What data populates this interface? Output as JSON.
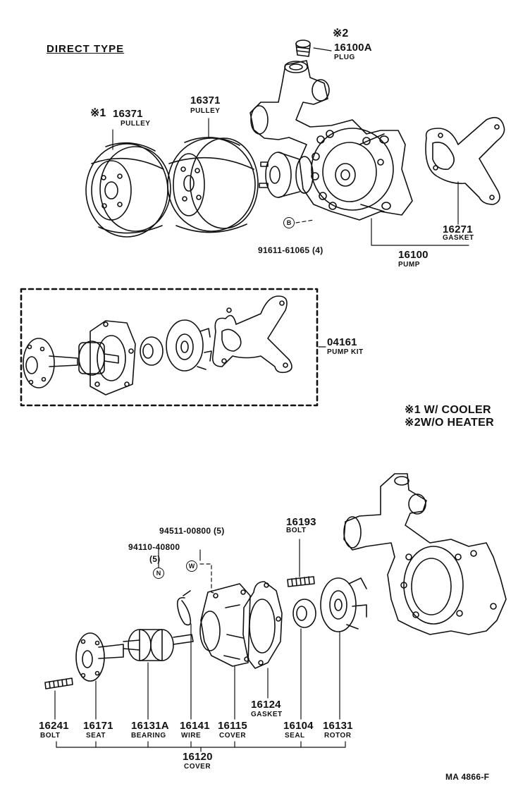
{
  "title": "DIRECT TYPE",
  "footer": "MA 4866-F",
  "notes": [
    {
      "mark": "※1",
      "text": "W/ COOLER"
    },
    {
      "mark": "※2",
      "text": "W/O HEATER"
    }
  ],
  "parts": {
    "pulley_a": {
      "mark": "※1",
      "number": "16371",
      "name": "PULLEY"
    },
    "pulley_b": {
      "number": "16371",
      "name": "PULLEY"
    },
    "plug": {
      "mark": "※2",
      "number": "16100A",
      "name": "PLUG"
    },
    "gasket_top": {
      "number": "16271",
      "name": "GASKET"
    },
    "pump": {
      "number": "16100",
      "name": "PUMP"
    },
    "bolt_ref": {
      "badge": "B",
      "number": "91611-61065 (4)"
    },
    "pump_kit": {
      "number": "04161",
      "name": "PUMP KIT"
    },
    "nut_ref": {
      "badge": "N",
      "number": "94110-40800",
      "qty": "(5)"
    },
    "washer_ref": {
      "badge": "W",
      "number": "94511-00800 (5)"
    },
    "bolt_16193": {
      "number": "16193",
      "name": "BOLT"
    },
    "gasket_16124": {
      "number": "16124",
      "name": "GASKET"
    },
    "cover_16120": {
      "number": "16120",
      "name": "COVER"
    }
  },
  "bottom_row": [
    {
      "number": "16241",
      "name": "BOLT"
    },
    {
      "number": "16171",
      "name": "SEAT"
    },
    {
      "number": "16131A",
      "name": "BEARING"
    },
    {
      "number": "16141",
      "name": "WIRE"
    },
    {
      "number": "16115",
      "name": "COVER"
    },
    {
      "number": "16104",
      "name": "SEAL"
    },
    {
      "number": "16131",
      "name": "ROTOR"
    }
  ]
}
